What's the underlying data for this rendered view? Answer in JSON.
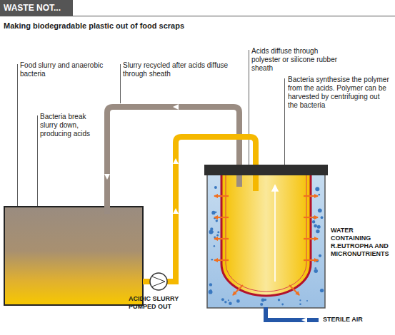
{
  "diagram": {
    "title": "WASTE NOT...",
    "caption": "Making biodegradable plastic out of food scraps",
    "labels": [
      "Food slurry and anaerobic bacteria",
      "Slurry recycled after acids diffuse through sheath",
      "Acids diffuse through polyester or silicone rubber sheath",
      "Bacteria synthesise the polymer from the acids. Polymer can be harvested by centrifuging out the bacteria",
      "Bacteria break slurry down, producing acids",
      "WATER CONTAINING R.EUTROPHA AND MICRONUTRIENTS",
      "ACIDIC SLURRY PUMPED OUT",
      "STERILE AIR"
    ]
  }
}
